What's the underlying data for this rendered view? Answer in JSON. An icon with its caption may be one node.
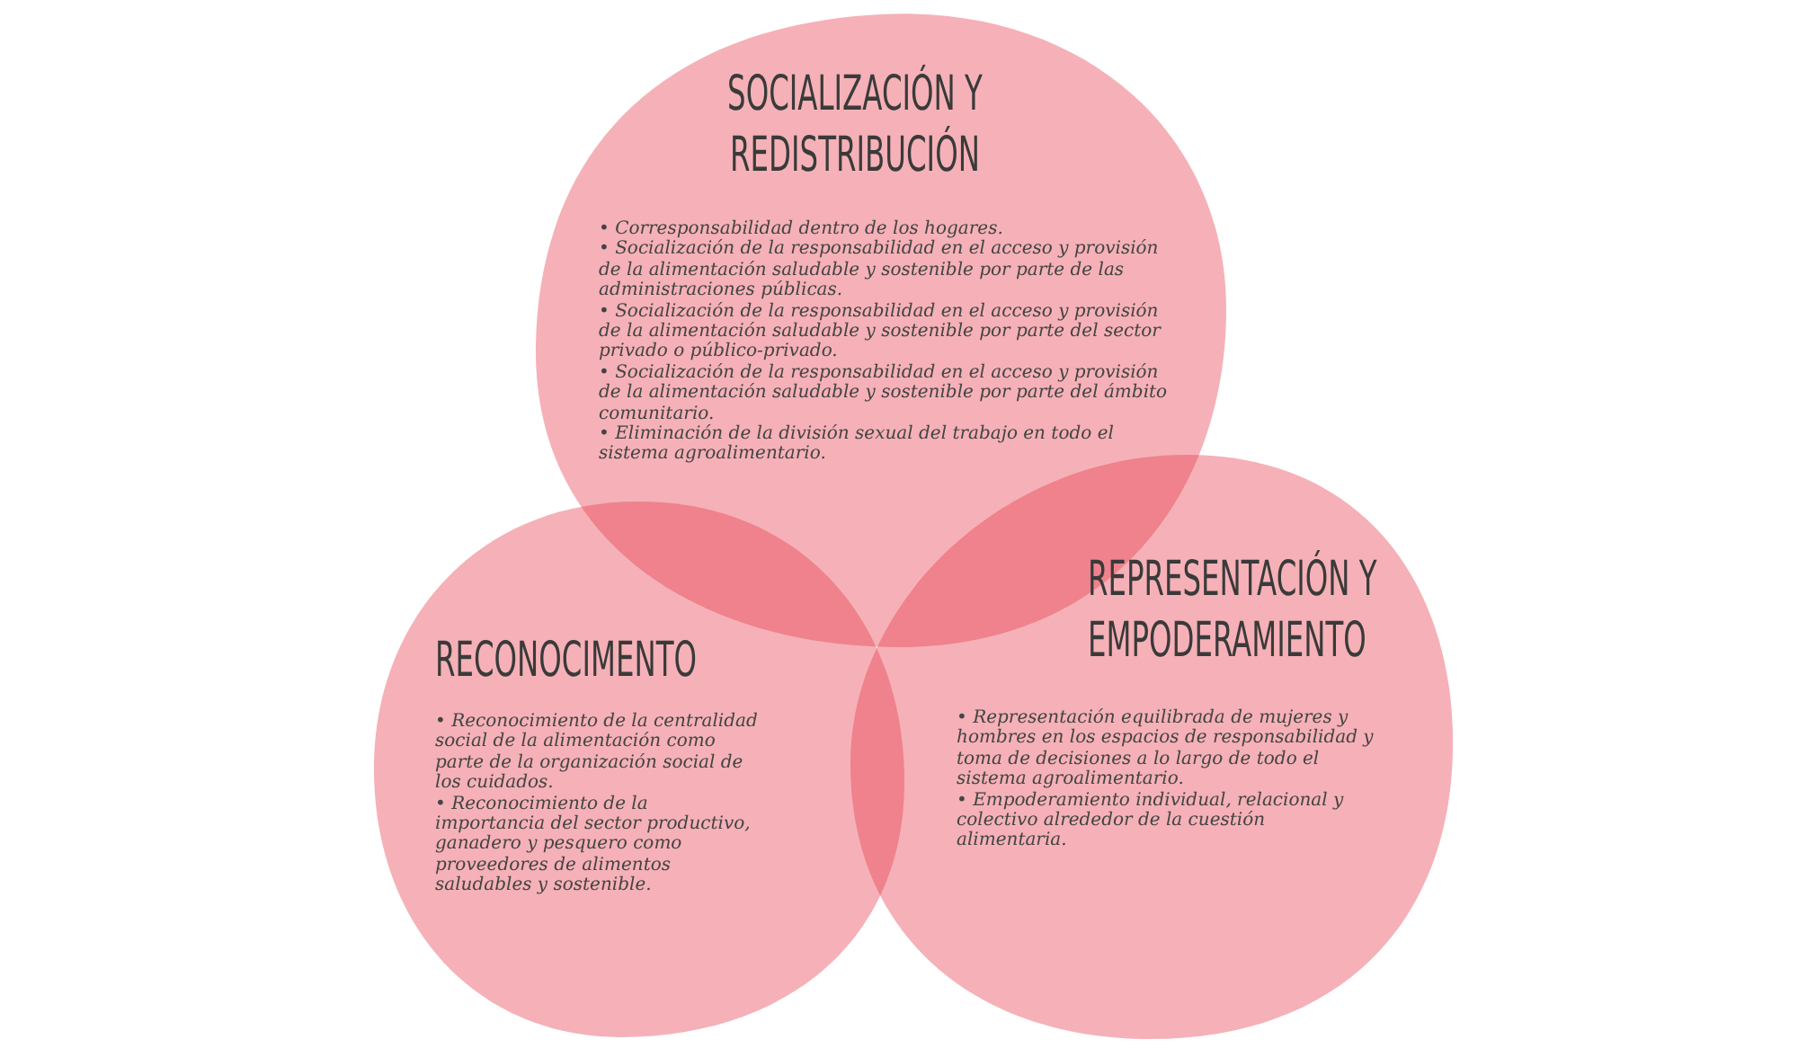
{
  "diagram": {
    "nodes": [
      {
        "text": [
          "SOCIALIZACIÓN Y REDISTRIBUCIÓN",
          "• Corresponsabilidad dentro de los hogares.",
          "• Socialización de la responsabilidad en el acceso y provisión de la alimentación saludable y sostenible por parte de las administraciones públicas.",
          "• Socialización de la responsabilidad en el acceso y provisión de la alimentación saludable y sostenible por parte del sector privado o público-privado.",
          "• Socialización de la responsabilidad en el acceso y provisión de la alimentación saludable y sostenible por parte del ámbito comunitario.",
          "• Eliminación de la división sexual del trabajo en todo el sistema agroalimentario."
        ]
      },
      {
        "text": [
          "RECONOCIMENTO",
          "• Reconocimiento de la centralidad social de la alimentación como parte de la organización social de los cuidados.",
          "• Reconocimiento de la importancia del sector productivo, ganadero y pesquero como proveedores de alimentos saludables y sostenible."
        ]
      },
      {
        "text": [
          "REPRESENTACIÓN Y EMPODERAMIENTO",
          "• Representación equilibrada de mujeres y hombres en los espacios de responsabilidad y toma de decisiones a lo largo de todo el sistema agroalimentario.",
          "• Empoderamiento individual, relacional y colectivo alrededor de la cuestión alimentaria."
        ]
      }
    ]
  }
}
